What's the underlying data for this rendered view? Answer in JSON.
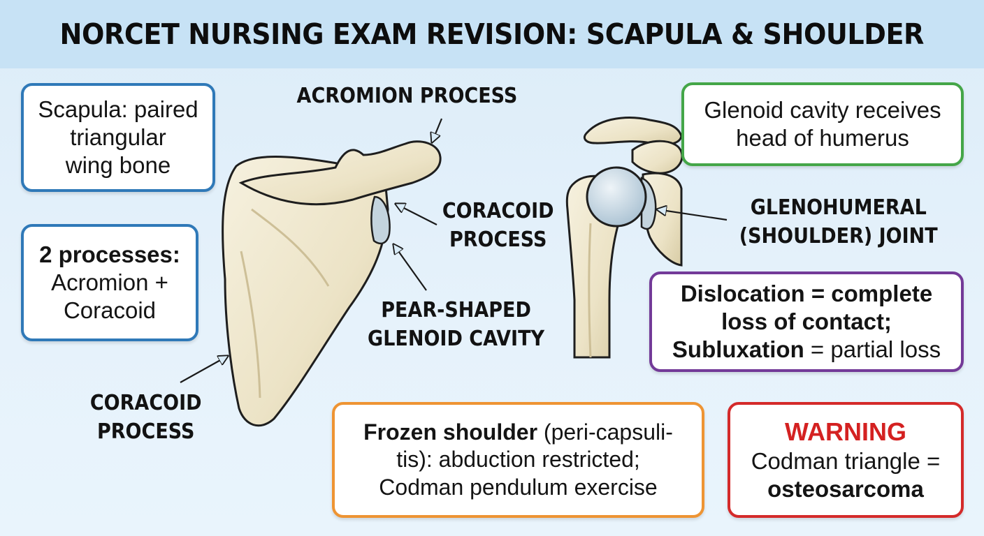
{
  "title": "NORCET NURSING EXAM REVISION: SCAPULA & SHOULDER",
  "boxes": {
    "scapula_def": {
      "lines": [
        "Scapula: paired",
        "triangular",
        "wing bone"
      ]
    },
    "processes": {
      "line1": "2 processes:",
      "line2": "Acromion +",
      "line3": "Coracoid"
    },
    "glenoid": {
      "lines": [
        "Glenoid cavity receives",
        "head of humerus"
      ]
    },
    "dislocation": {
      "line1": "Dislocation = complete",
      "line2": "loss of contact;",
      "line3_bold": "Subluxation",
      "line3_rest": " = partial loss"
    },
    "frozen": {
      "line1_bold": "Frozen shoulder",
      "line1_rest": " (peri-capsuli-",
      "line2": "tis): abduction restricted;",
      "line3": "Codman pendulum exercise"
    },
    "warning": {
      "heading": "WARNING",
      "line1": "Codman triangle =",
      "line2": "osteosarcoma"
    }
  },
  "labels": {
    "acromion": "ACROMION PROCESS",
    "coracoid_right": [
      "CORACOID",
      "PROCESS"
    ],
    "glenoid_cavity": [
      "PEAR-SHAPED",
      "GLENOID CAVITY"
    ],
    "coracoid_left": [
      "CORACOID",
      "PROCESS"
    ],
    "glenohumeral": [
      "GLENOHUMERAL",
      "(SHOULDER) JOINT"
    ]
  },
  "colors": {
    "blue": "#2f79b8",
    "green": "#44a648",
    "purple": "#733a98",
    "orange": "#ee9433",
    "red": "#d42a2a",
    "bone": "#efe8cf",
    "cartilage": "#c6d8e4"
  }
}
